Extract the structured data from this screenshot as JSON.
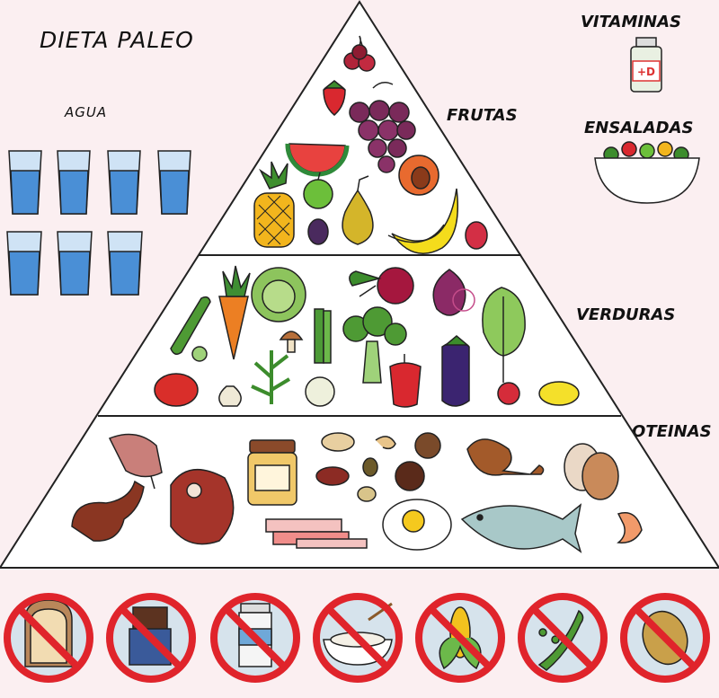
{
  "title": "DIETA PALEO",
  "labels": {
    "agua": "AGUA",
    "vitaminas": "VITAMINAS",
    "vitamin_bottle": "+D",
    "ensaladas": "ENSALADAS",
    "frutas": "FRUTAS",
    "verduras": "VERDURAS",
    "proteinas": "PROTEINAS"
  },
  "water_glasses": 7,
  "forbidden_items": [
    "bread-icon",
    "chocolate-icon",
    "milk-icon",
    "rice-icon",
    "corn-icon",
    "peas-icon",
    "potato-icon"
  ],
  "colors": {
    "background": "#fbeff1",
    "pyramid_fill": "#ffffff",
    "outline": "#222222",
    "water": "#4a8fd6",
    "prohibited": "#e0242b"
  }
}
